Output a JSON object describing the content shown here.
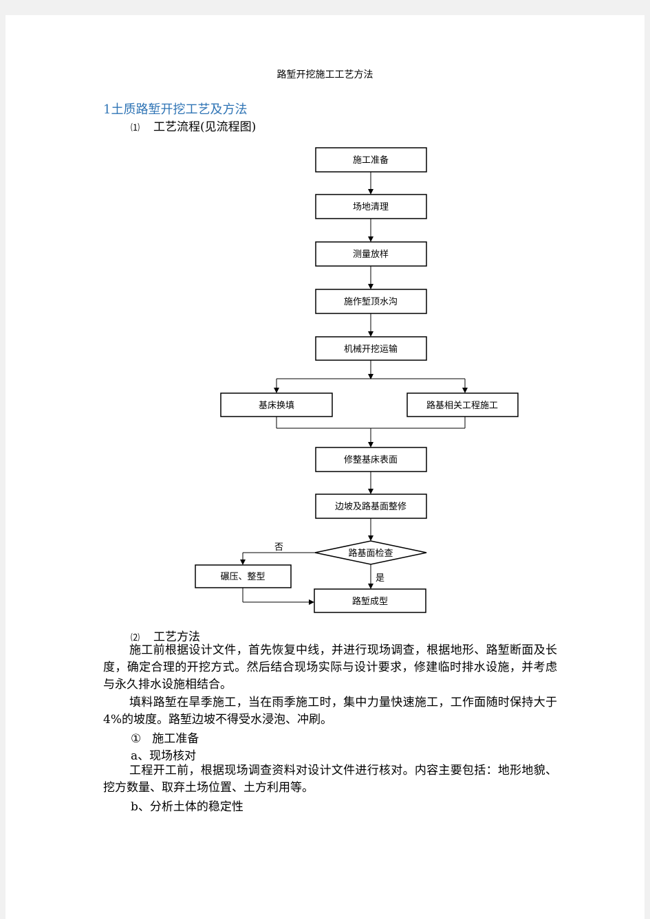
{
  "document": {
    "title": "路堑开挖施工工艺方法",
    "heading_1": "1土质路堑开挖工艺及方法",
    "step_1": {
      "number": "⑴",
      "label": "工艺流程(见流程图)"
    },
    "step_2": {
      "number": "⑵",
      "label": "工艺方法"
    },
    "para_1": "施工前根据设计文件，首先恢复中线，并进行现场调查，根据地形、路堑断面及长度，确定合理的开挖方式。然后结合现场实际与设计要求，修建临时排水设施，并考虑与永久排水设施相结合。",
    "para_2": "填料路堑在旱季施工，当在雨季施工时，集中力量快速施工，工作面随时保持大于4%的坡度。路堑边坡不得受水浸泡、冲刷。",
    "sub_1": {
      "number": "①",
      "label": "施工准备"
    },
    "item_a": "a、现场核对",
    "para_3": "工程开工前，根据现场调查资料对设计文件进行核对。内容主要包括：地形地貌、挖方数量、取弃土场位置、土方利用等。",
    "item_b": "b、分析土体的稳定性"
  },
  "flowchart": {
    "nodes": {
      "prep": "施工准备",
      "clear": "场地清理",
      "survey": "测量放样",
      "ditch": "施作堑顶水沟",
      "excavate": "机械开挖运输",
      "fill": "基床换填",
      "related": "路基相关工程施工",
      "trim_bed": "修整基床表面",
      "trim_slope": "边坡及路基面整修",
      "inspect": "路基面检查",
      "compact": "碾压、整型",
      "done": "路堑成型"
    },
    "labels": {
      "no": "否",
      "yes": "是"
    }
  }
}
